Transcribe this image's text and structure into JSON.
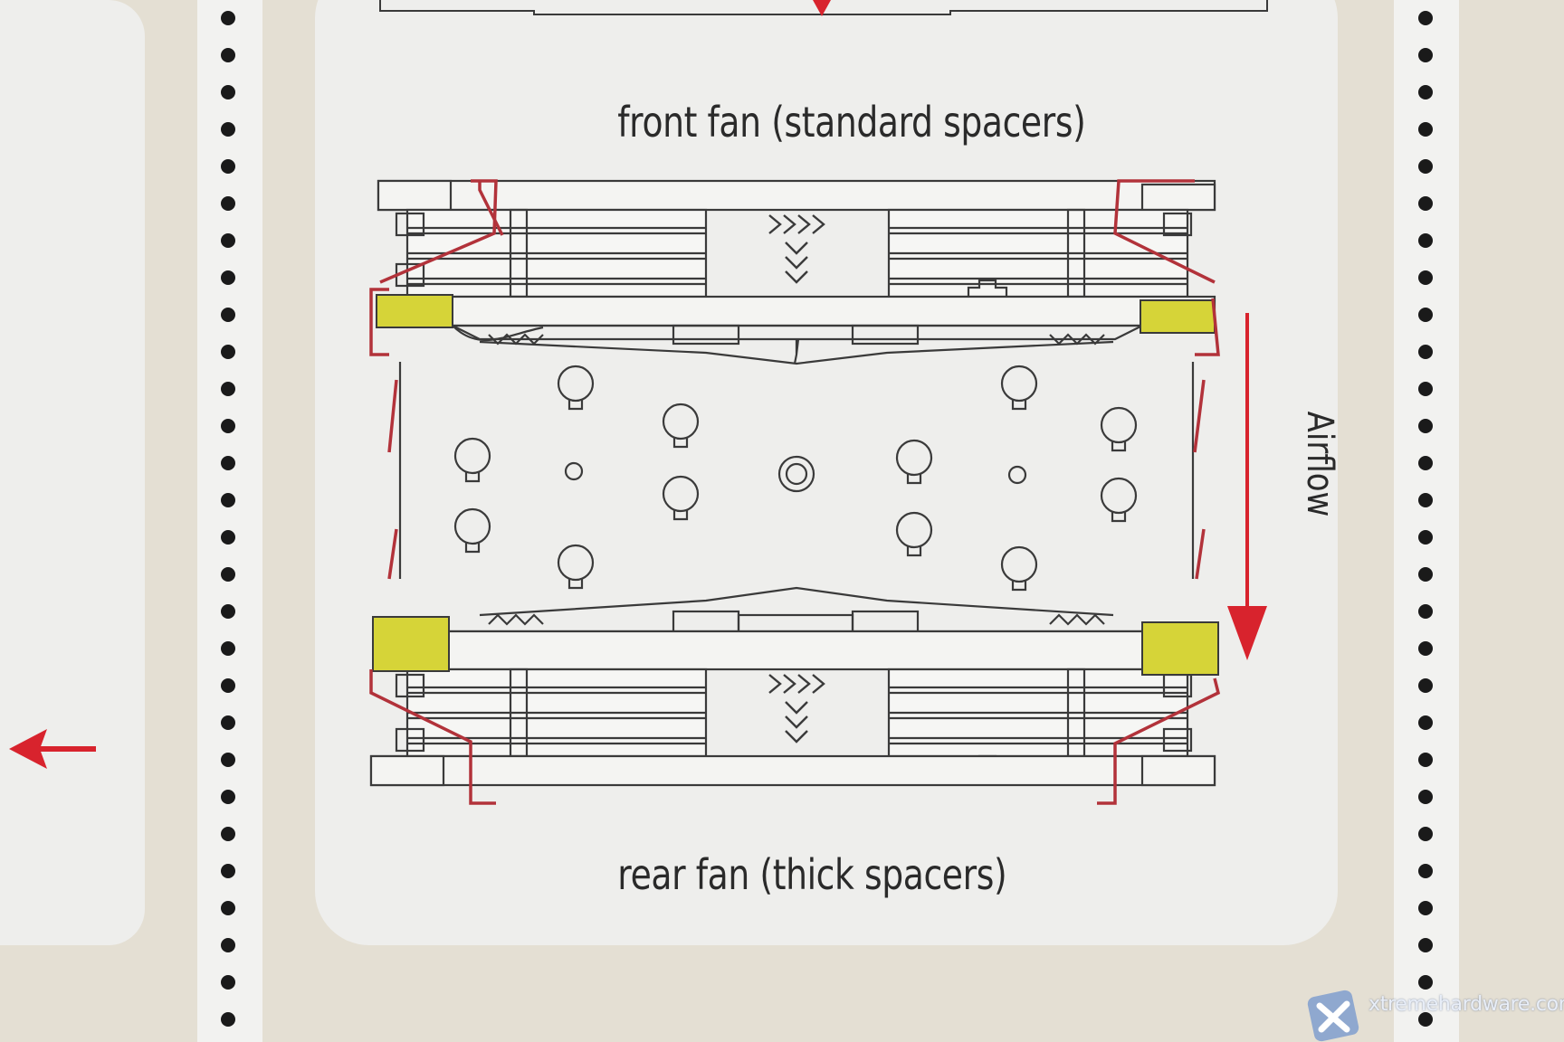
{
  "captions": {
    "front": "front fan (standard spacers)",
    "rear": "rear fan (thick spacers)"
  },
  "airflow": {
    "label": "Airflow",
    "color": "#d8232d"
  },
  "watermark": {
    "text": "xtremehardware.com"
  },
  "colors": {
    "paper": "#eeeeec",
    "frame": "#e4dfd3",
    "line": "#3a3a3a",
    "clip": "#b2323a",
    "spacer": "#d6d438"
  },
  "icons": [
    "chevron-right-icon",
    "chevron-down-icon",
    "arrow-down-icon",
    "arrow-left-icon",
    "x-logo-icon"
  ]
}
